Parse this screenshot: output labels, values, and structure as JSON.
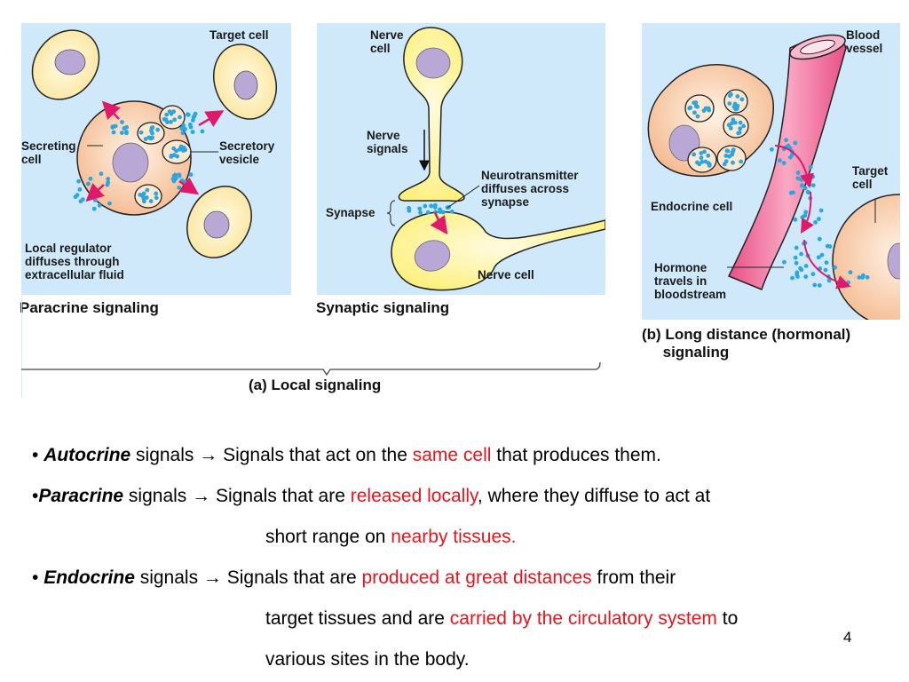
{
  "figure": {
    "paracrine": {
      "labels": {
        "target_cell": "Target cell",
        "secreting_cell": "Secreting\ncell",
        "secretory_vesicle": "Secretory\nvesicle",
        "local_regulator": "Local regulator\ndiffuses through\nextracellular fluid"
      },
      "caption": "Paracrine signaling"
    },
    "synaptic": {
      "labels": {
        "nerve_cell_top": "Nerve\ncell",
        "nerve_signals": "Nerve\nsignals",
        "neurotransmitter": "Neurotransmitter\ndiffuses across\nsynapse",
        "synapse": "Synapse",
        "nerve_cell_bottom": "Nerve cell"
      },
      "caption": "Synaptic signaling"
    },
    "local_caption": "(a) Local signaling",
    "hormonal": {
      "labels": {
        "blood_vessel": "Blood\nvessel",
        "target_cell": "Target\ncell",
        "endocrine_cell": "Endocrine cell",
        "hormone": "Hormone\ntravels in\nbloodstream"
      },
      "caption": "(b) Long distance (hormonal)\n     signaling"
    }
  },
  "bullets": [
    {
      "lines": [
        [
          {
            "text": "• ",
            "style": "plain"
          },
          {
            "text": "Autocrine",
            "style": "kw"
          },
          {
            "text": " signals → Signals that act on the ",
            "style": "plain"
          },
          {
            "text": "same cell",
            "style": "red"
          },
          {
            "text": " that produces them.",
            "style": "plain"
          }
        ]
      ]
    },
    {
      "lines": [
        [
          {
            "text": "•",
            "style": "plain"
          },
          {
            "text": "Paracrine",
            "style": "kw"
          },
          {
            "text": " signals → Signals that are ",
            "style": "plain"
          },
          {
            "text": "released locally",
            "style": "red"
          },
          {
            "text": ", where they diffuse to act at",
            "style": "plain"
          }
        ],
        [
          {
            "text": "short range on ",
            "style": "plain"
          },
          {
            "text": "nearby tissues.",
            "style": "red"
          }
        ]
      ]
    },
    {
      "lines": [
        [
          {
            "text": "• ",
            "style": "plain"
          },
          {
            "text": "Endocrine",
            "style": "kw"
          },
          {
            "text": " signals → Signals that are ",
            "style": "plain"
          },
          {
            "text": "produced at great distances",
            "style": "red"
          },
          {
            "text": " from their",
            "style": "plain"
          }
        ],
        [
          {
            "text": "target tissues and are ",
            "style": "plain"
          },
          {
            "text": "carried by the circulatory system",
            "style": "red"
          },
          {
            "text": " to",
            "style": "plain"
          }
        ],
        [
          {
            "text": "various sites in the body.",
            "style": "plain"
          }
        ]
      ]
    }
  ],
  "page_number": "4",
  "colors": {
    "panel_bg": "#cfe9fb",
    "highlight_red": "#e8141b",
    "cell_yellow": "#fcefa6",
    "cell_peach": "#f8c9a0",
    "nucleus": "#b9a8d6",
    "molecule_blue": "#2aa6e0",
    "arrow_magenta": "#e0196a",
    "vessel_pink": "#f06a98"
  }
}
